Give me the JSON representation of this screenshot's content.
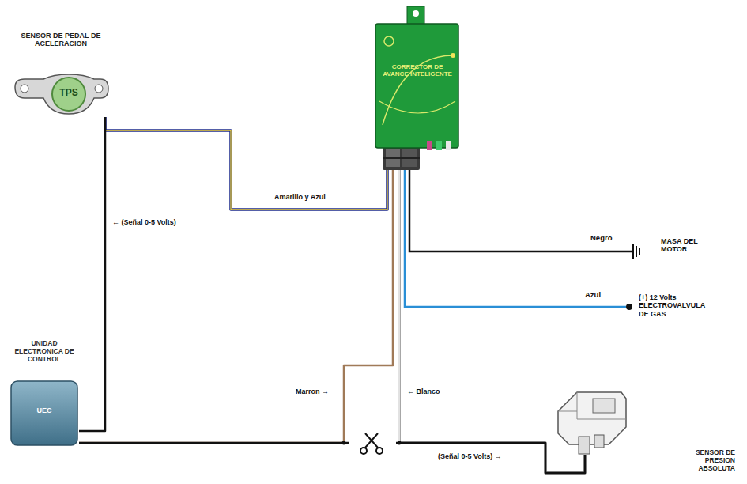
{
  "diagram": {
    "nodes": [
      {
        "text": [
          "SENSOR DE PEDAL DE ACELERACION",
          "TPS"
        ]
      },
      {
        "text": [
          "CORRECTOR DE AVANCE INTELIGENTE"
        ]
      },
      {
        "text": [
          "UNIDAD ELECTRONICA DE CONTROL",
          "UEC"
        ]
      },
      {
        "text": [
          "SENSOR DE PRESION ABSOLUTA"
        ]
      }
    ],
    "edges": [
      {
        "from": 0,
        "to": 2,
        "arrow": "none",
        "label": "← (Señal 0-5 Volts)"
      },
      {
        "from": 0,
        "to": 1,
        "arrow": "none",
        "label": "Amarillo y Azul"
      },
      {
        "from": 1,
        "to": 2,
        "arrow": "none",
        "label": "Marron →"
      },
      {
        "from": 1,
        "to": 3,
        "arrow": "none",
        "label": "← Blanco"
      },
      {
        "from": 2,
        "to": 3,
        "arrow": "none",
        "label": "(Señal 0-5 Volts) →"
      }
    ],
    "labels": [
      "Negro",
      "MASA DEL MOTOR",
      "Azul",
      "(+) 12 Volts ELECTROVALVULA DE GAS"
    ]
  }
}
